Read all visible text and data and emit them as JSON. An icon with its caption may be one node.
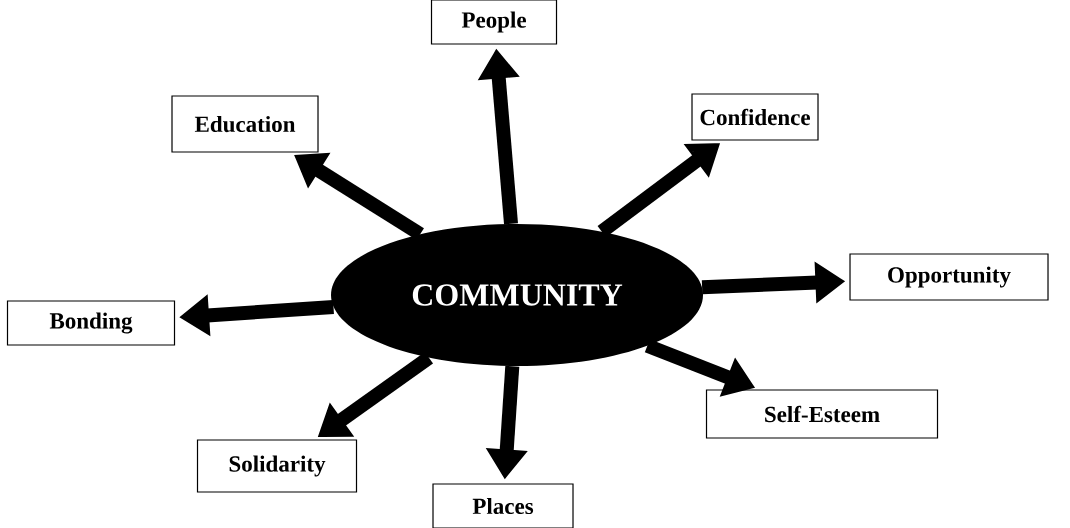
{
  "diagram": {
    "nodes": [
      {
        "text": [
          "People"
        ]
      },
      {
        "text": [
          "Education"
        ]
      },
      {
        "text": [
          "Confidence"
        ]
      },
      {
        "text": [
          "COMMUNITY"
        ]
      },
      {
        "text": [
          "Opportunity"
        ]
      },
      {
        "text": [
          "Bonding"
        ]
      },
      {
        "text": [
          "Self-Esteem"
        ]
      },
      {
        "text": [
          "Solidarity"
        ]
      },
      {
        "text": [
          "Places"
        ]
      }
    ],
    "edges": [
      {
        "from": 3,
        "to": 0,
        "arrow": "to"
      },
      {
        "from": 3,
        "to": 1,
        "arrow": "to"
      },
      {
        "from": 3,
        "to": 2,
        "arrow": "to"
      },
      {
        "from": 3,
        "to": 4,
        "arrow": "to"
      },
      {
        "from": 3,
        "to": 5,
        "arrow": "to"
      },
      {
        "from": 3,
        "to": 6,
        "arrow": "to"
      },
      {
        "from": 3,
        "to": 7,
        "arrow": "to"
      },
      {
        "from": 3,
        "to": 8,
        "arrow": "to"
      }
    ]
  }
}
